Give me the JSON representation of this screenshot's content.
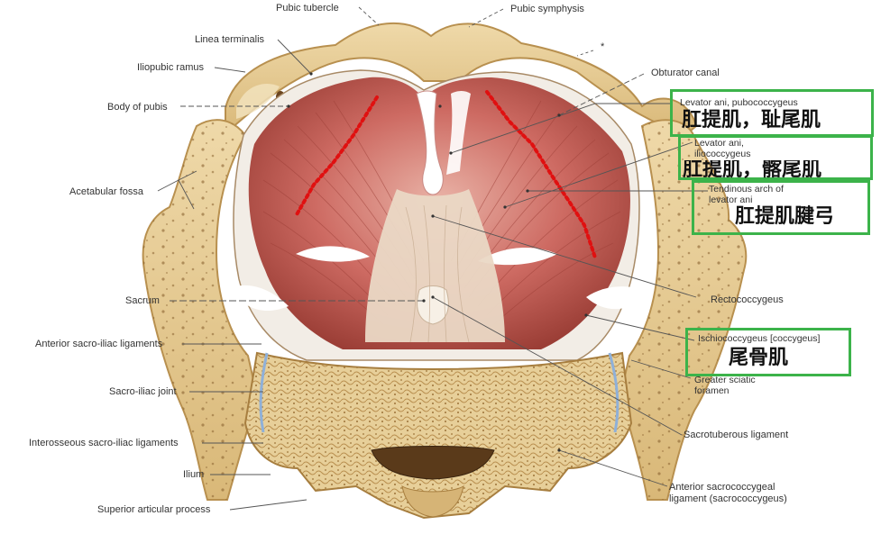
{
  "labels_left": {
    "pubic_tubercle": "Pubic tubercle",
    "linea_terminalis": "Linea terminalis",
    "iliopubic_ramus": "Iliopubic ramus",
    "body_of_pubis": "Body of pubis",
    "acetabular_fossa": "Acetabular fossa",
    "sacrum": "Sacrum",
    "anterior_sacro_iliac_ligaments": "Anterior sacro-iliac ligaments",
    "sacro_iliac_joint": "Sacro-iliac joint",
    "interosseous_sacro_iliac_ligaments": "Interosseous sacro-iliac ligaments",
    "ilium": "Ilium",
    "superior_articular_process": "Superior articular process"
  },
  "labels_right": {
    "pubic_symphysis": "Pubic symphysis",
    "obturator_canal": "Obturator canal",
    "levator_ani_pubococcygeus": "Levator ani, pubococcygeus",
    "levator_ani_iliococcygeus_1": "Levator ani,",
    "levator_ani_iliococcygeus_2": "iliococcygeus",
    "tendinous_arch_1": "Tendinous arch of",
    "tendinous_arch_2": "levator ani",
    "rectococcygeus": "Rectococcygeus",
    "ischiococcygeus": "Ischiococcygeus [coccygeus]",
    "greater_sciatic_1": "Greater sciatic",
    "greater_sciatic_2": "foramen",
    "sacrotuberous_ligament": "Sacrotuberous ligament",
    "anterior_sacrococcygeal_1": "Anterior sacrococcygeal",
    "anterior_sacrococcygeal_2": "ligament (sacrococcygeus)"
  },
  "asterisk": "*",
  "annotations": {
    "pubococcygeus_cn": "肛提肌，耻尾肌",
    "iliococcygeus_cn": "肛提肌，髂尾肌",
    "tendinous_arch_cn": "肛提肌腱弓",
    "coccygeus_cn": "尾骨肌"
  },
  "colors": {
    "annotation_box": "#3cb34a",
    "bone": "#e2c690",
    "bone_dark": "#b8904f",
    "muscle": "#c9605a",
    "muscle_light": "#e4a99a",
    "ligament": "#ede0cf",
    "marker_red": "#e01010",
    "leader_line": "#555555"
  }
}
